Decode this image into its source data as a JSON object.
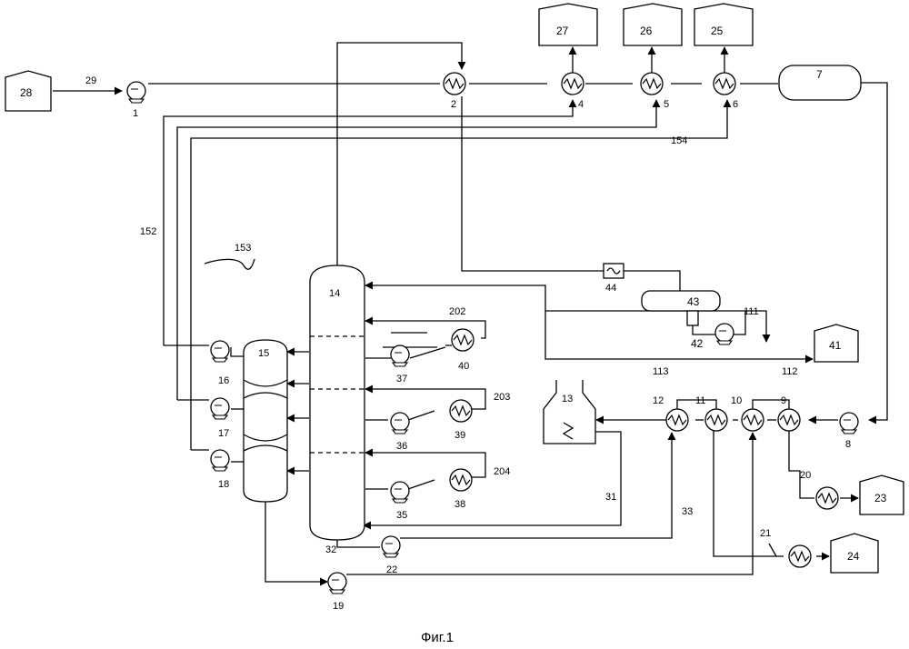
{
  "figure": {
    "caption": "Фиг.1",
    "tanks": {
      "t28": "28",
      "t27": "27",
      "t26": "26",
      "t25": "25",
      "t41": "41",
      "t23": "23",
      "t24": "24"
    },
    "equipment": {
      "e1": "1",
      "e2": "2",
      "e4": "4",
      "e5": "5",
      "e6": "6",
      "e7": "7",
      "e8": "8",
      "e9": "9",
      "e10": "10",
      "e11": "11",
      "e12": "12",
      "e13": "13",
      "e14": "14",
      "e15": "15",
      "e16": "16",
      "e17": "17",
      "e18": "18",
      "e19": "19",
      "e22": "22",
      "e35": "35",
      "e36": "36",
      "e37": "37",
      "e38": "38",
      "e39": "39",
      "e40": "40",
      "e42": "42",
      "e43": "43",
      "e44": "44"
    },
    "streams": {
      "s20": "20",
      "s21": "21",
      "s29": "29",
      "s31": "31",
      "s32": "32",
      "s33": "33",
      "s111": "111",
      "s112": "112",
      "s113": "113",
      "s152": "152",
      "s153": "153",
      "s154": "154",
      "s202": "202",
      "s203": "203",
      "s204": "204"
    }
  }
}
